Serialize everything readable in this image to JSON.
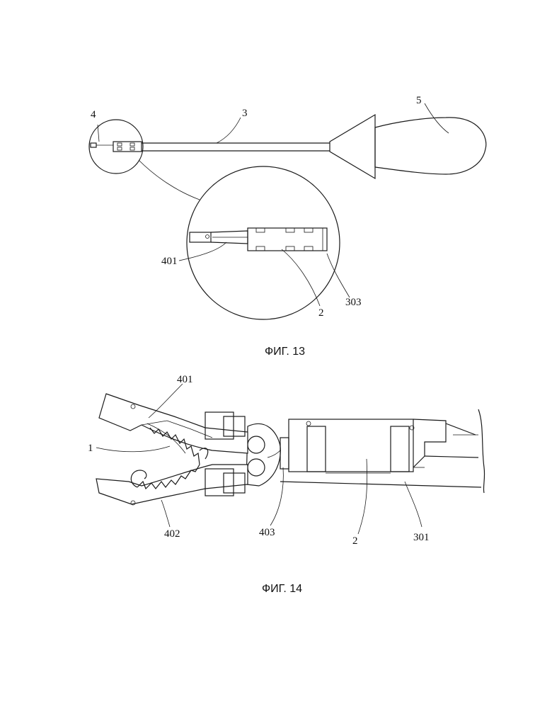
{
  "figures": [
    {
      "caption": "ФИГ. 13",
      "labels": {
        "tip": "4",
        "shaft": "3",
        "handle": "5",
        "jaw_link": "401",
        "clip": "2",
        "sleeve": "303"
      }
    },
    {
      "caption": "ФИГ. 14",
      "labels": {
        "clip_tooth": "1",
        "upper_jaw": "401",
        "lower_jaw": "402",
        "pivot": "403",
        "clip": "2",
        "tube": "301"
      }
    }
  ]
}
